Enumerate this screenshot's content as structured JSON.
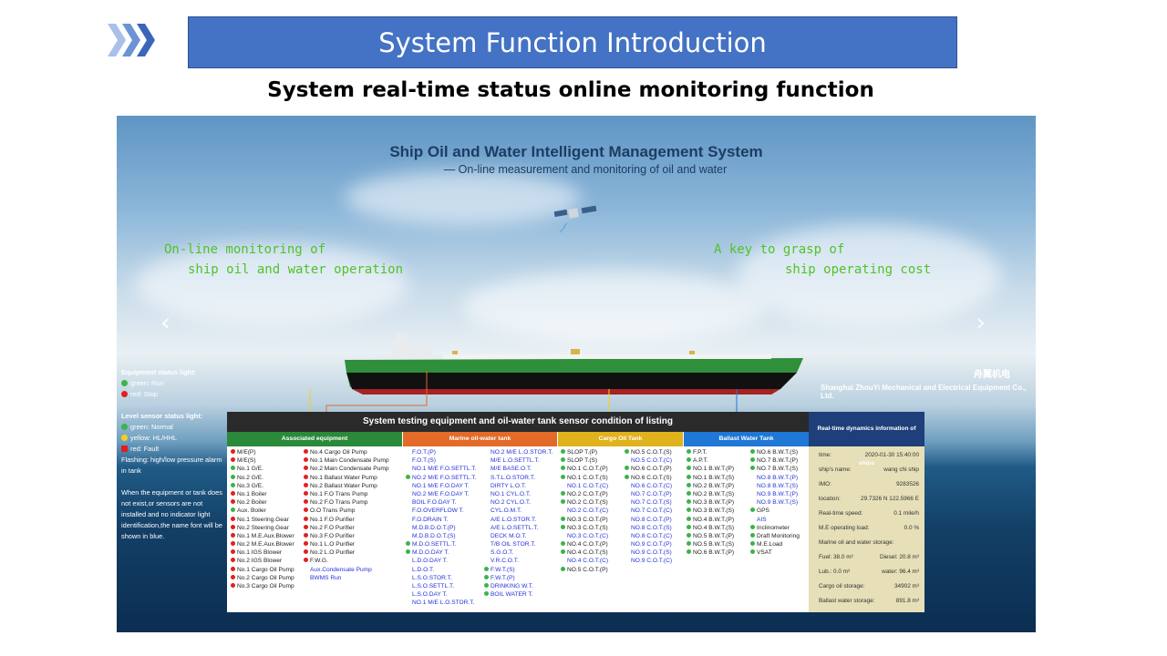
{
  "header": {
    "title": "System Function Introduction",
    "subtitle": "System real-time status online monitoring function"
  },
  "hero": {
    "title": "Ship Oil and Water Intelligent Management System",
    "subtitle": "— On-line measurement and monitoring of oil and water",
    "left_line1": "On-line monitoring of",
    "left_line2": "ship oil and water operation",
    "right_line1": "A key to grasp of",
    "right_line2": "ship operating cost",
    "company": "Shanghai ZhouYi Mechanical and Electrical Equipment Co., Ltd.",
    "logo_text": "舟翼机电",
    "prev": "‹",
    "next": "›"
  },
  "legend": {
    "equipment_title": "Equipment status light:",
    "green_run": "green:  Run",
    "red_stop": "red:  Stop",
    "level_title": "Level sensor status light:",
    "green_normal": "green:  Normal",
    "yellow": "yellow:  HL/HHL",
    "red_fault": "red:  Fault",
    "flashing": "Flashing: high/low pressure alarm in tank",
    "note": "When the equipment or tank does not exist,or sensors are not installed and no indicator light identification,the name font will be shown in blue."
  },
  "table": {
    "title": "System testing equipment and oil-water tank sensor condition of listing",
    "headers": [
      "Associated equipment",
      "Marine oil-water tank",
      "Cargo Oil Tank",
      "Ballast Water Tank"
    ],
    "header_colors": [
      "#2a8a3a",
      "#e36a28",
      "#e0b21c",
      "#1f77d6"
    ],
    "assoc_col1": [
      "M/E(P)",
      "M/E(S)",
      "No.1 G/E.",
      "No.2 G/E.",
      "No.3 G/E.",
      "No.1 Boiler",
      "No.2 Boiler",
      "Aux. Boiler",
      "No.1 Steering.Gear",
      "No.2 Steering.Gear",
      "No.1 M.E.Aux.Blower",
      "No.2 M.E.Aux.Blower",
      "No.1 IGS Blower",
      "No.2 IGS Blower",
      "No.1 Cargo Oil Pump",
      "No.2 Cargo Oil Pump",
      "No.3 Cargo Oil Pump"
    ],
    "assoc_col2": [
      "No.4 Cargo Oil Pump",
      "No.1 Main Condensate Pump",
      "No.2 Main Condensate Pump",
      "No.1 Ballast Water Pump",
      "No.2 Ballast Water Pump",
      "No.1 F.O Trans Pump",
      "No.2 F.O Trans Pump",
      "O.O Trans Pump",
      "No.1 F.O Purifier",
      "No.2 F.O Purifier",
      "No.3 F.O Purifier",
      "No.1 L.O Purifier",
      "No.2 L.O Purifier",
      "F.W.G.",
      "Aux.Condensate Pump",
      "BWMS Run"
    ],
    "marine_col1": [
      "F.O.T.(P)",
      "F.O.T.(S)",
      "NO.1 M/E F.O.SETTL.T.",
      "NO.2 M/E F.O.SETTL.T.",
      "NO.1 M/E F.O.DAY T.",
      "NO.2 M/E F.O.DAY T.",
      "BOIL F.O.DAY T.",
      "F.O.OVERFLOW T.",
      "F.O.DRAIN T.",
      "M.D.B.D.O.T.(P)",
      "M.D.B.D.O.T.(S)",
      "M.D.O.SETTL.T.",
      "M.D.O.DAY T.",
      "L.D.O.DAY T.",
      "L.D.O.T.",
      "L.S.O.STOR.T.",
      "L.S.O.SETTL.T.",
      "L.S.O.DAY T.",
      "NO.1 M/E L.O.STOR.T."
    ],
    "marine_col2": [
      "NO.2 M/E L.O.STOR.T.",
      "M/E L.O.SETTL.T.",
      "M/E BASE.O.T.",
      "S.T.L.O.STOR.T.",
      "DIRTY L.O.T.",
      "NO.1 CYL.O.T.",
      "NO.2 CYL.O.T.",
      "CYL.O.M.T.",
      "A/E L.O.STOR.T.",
      "A/E L.O.SETTL.T.",
      "DECK M.O.T.",
      "T/B OIL STOR.T.",
      "S.G.O.T.",
      "V.R.C.O.T.",
      "F.W.T.(S)",
      "F.W.T.(P)",
      "DRINKING W.T.",
      "BOIL WATER T."
    ],
    "cargo_col1": [
      "SLOP T.(P)",
      "SLOP T.(S)",
      "NO.1 C.O.T.(P)",
      "NO.1 C.O.T.(S)",
      "NO.1 C.O.T.(C)",
      "NO.2 C.O.T.(P)",
      "NO.2 C.O.T.(S)",
      "NO.2 C.O.T.(C)",
      "NO.3 C.O.T.(P)",
      "NO.3 C.O.T.(S)",
      "NO.3 C.O.T.(C)",
      "NO.4 C.O.T.(P)",
      "NO.4 C.O.T.(S)",
      "NO.4 C.O.T.(C)",
      "NO.5 C.O.T.(P)"
    ],
    "cargo_col2": [
      "NO.5 C.O.T.(S)",
      "NO.5 C.O.T.(C)",
      "NO.6 C.O.T.(P)",
      "NO.6 C.O.T.(S)",
      "NO.6 C.O.T.(C)",
      "NO.7 C.O.T.(P)",
      "NO.7 C.O.T.(S)",
      "NO.7 C.O.T.(C)",
      "NO.8 C.O.T.(P)",
      "NO.8 C.O.T.(S)",
      "NO.8 C.O.T.(C)",
      "NO.9 C.O.T.(P)",
      "NO.9 C.O.T.(S)",
      "NO.9 C.O.T.(C)"
    ],
    "ballast_col1": [
      "F.P.T.",
      "A.P.T.",
      "NO.1 B.W.T.(P)",
      "NO.1 B.W.T.(S)",
      "NO.2 B.W.T.(P)",
      "NO.2 B.W.T.(S)",
      "NO.3 B.W.T.(P)",
      "NO.3 B.W.T.(S)",
      "NO.4 B.W.T.(P)",
      "NO.4 B.W.T.(S)",
      "NO.5 B.W.T.(P)",
      "NO.5 B.W.T.(S)",
      "NO.6 B.W.T.(P)"
    ],
    "ballast_col2": [
      "NO.6 B.W.T.(S)",
      "NO.7 B.W.T.(P)",
      "NO.7 B.W.T.(S)",
      "NO.8 B.W.T.(P)",
      "NO.8 B.W.T.(S)",
      "NO.9 B.W.T.(P)",
      "NO.9 B.W.T.(S)",
      "GPS",
      "AIS",
      "Inclinometer",
      "Draft Monitoring",
      "M.E.Load",
      "VSAT"
    ]
  },
  "ship_info": {
    "header": "Real-time dynamics information of ships",
    "time_label": "time:",
    "time_value": "2020-01-30 15:40:00",
    "name_label": "ship's name:",
    "name_value": "wang chi ship",
    "imo_label": "IMO:",
    "imo_value": "9283526",
    "location_label": "location:",
    "location_value": "29.7326 N 122.5966 E",
    "speed_label": "Real-time speed:",
    "speed_value": "0.1 mile/h",
    "load_label": "M.E operating load:",
    "load_value": "0.0 %",
    "storage_label": "Marine oil and water storage:",
    "fuel_label": "Fuel:",
    "fuel_value": "38.0 m³",
    "diesel_label": "Diesel:",
    "diesel_value": "20.8 m³",
    "lub_label": "Lub.:",
    "lub_value": "0.0 m³",
    "water_label": "water:",
    "water_value": "96.4 m³",
    "cargo_label": "Cargo oil storage:",
    "cargo_value": "34902 m³",
    "ballast_label": "Ballast water storage:",
    "ballast_value": "891.8 m³"
  },
  "colors": {
    "title_bar": "#4472c4",
    "green_text": "#52c22b",
    "indicator_green": "#3bb44a",
    "indicator_red": "#e02020",
    "indicator_yellow": "#f2d21b",
    "blue_text": "#2433d4"
  }
}
